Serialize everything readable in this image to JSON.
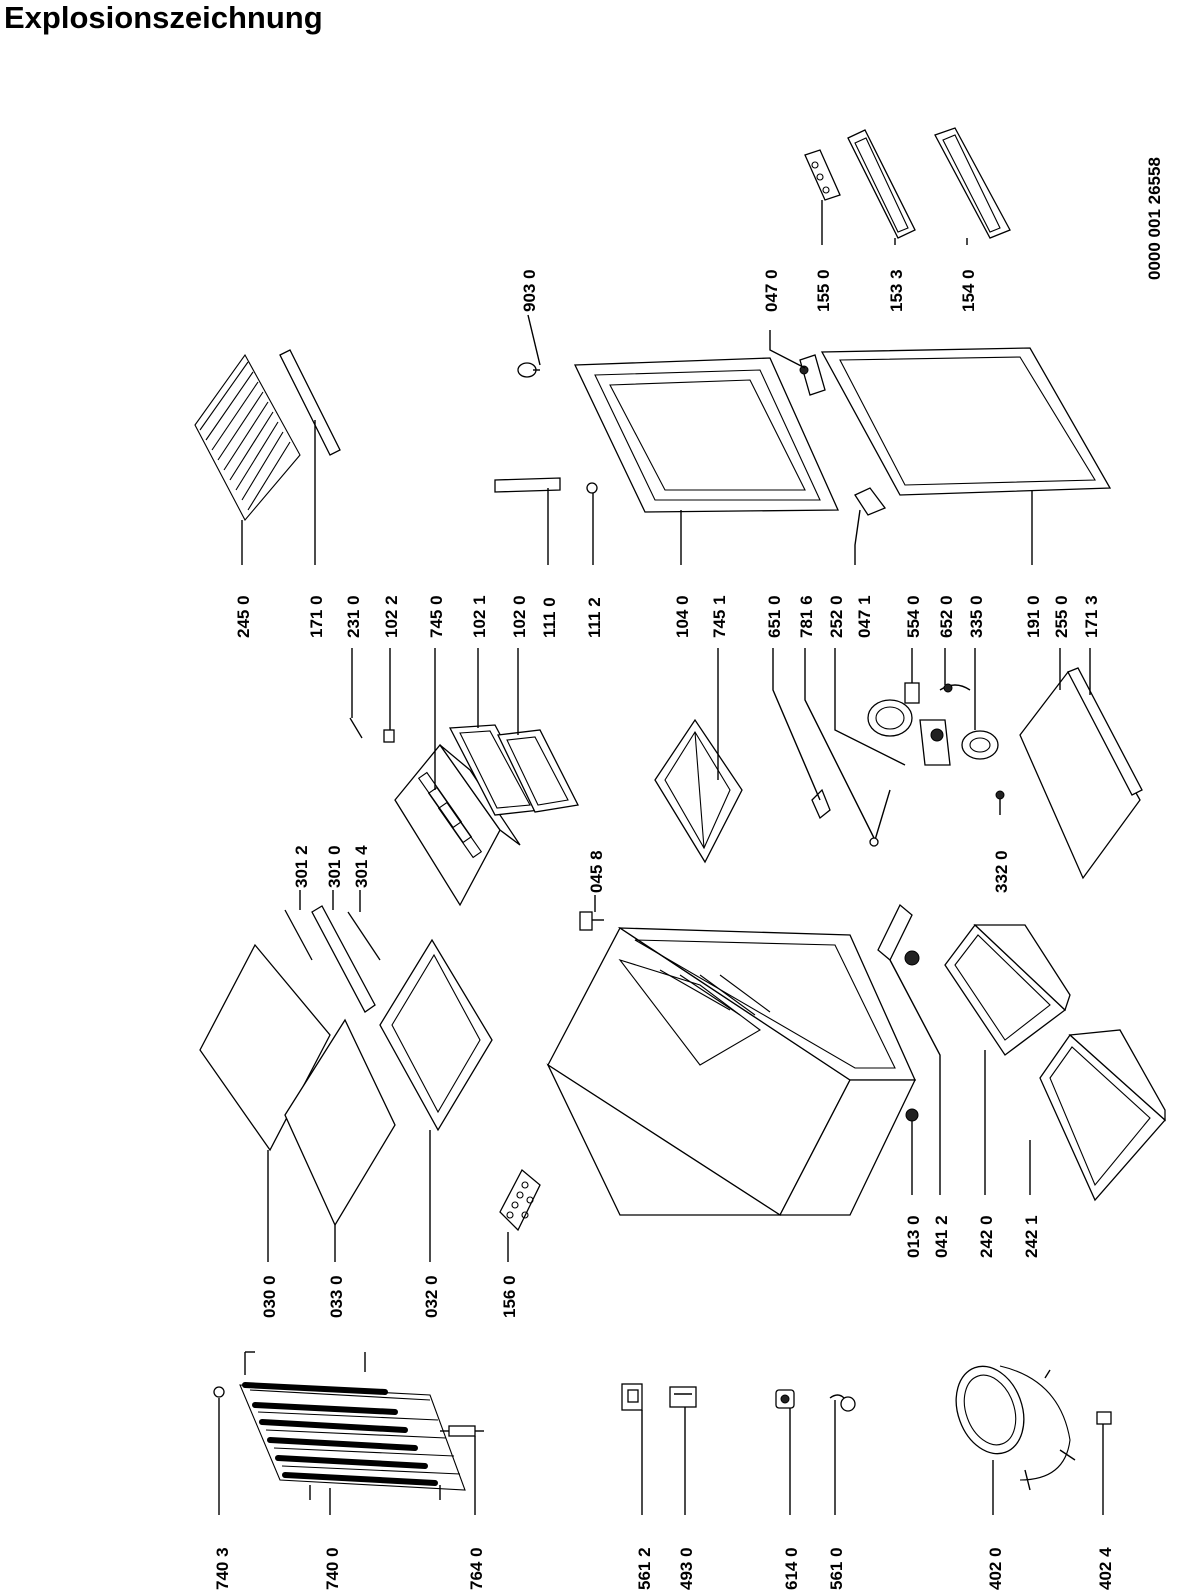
{
  "page": {
    "title": "Explosionszeichnung",
    "doc_number": "0000 001 26558"
  },
  "callouts": [
    {
      "id": "c7403",
      "label": "740 3"
    },
    {
      "id": "c7400",
      "label": "740 0"
    },
    {
      "id": "c7640",
      "label": "764 0"
    },
    {
      "id": "c5612",
      "label": "561 2"
    },
    {
      "id": "c4930",
      "label": "493 0"
    },
    {
      "id": "c6140",
      "label": "614 0"
    },
    {
      "id": "c5610",
      "label": "561 0"
    },
    {
      "id": "c4020",
      "label": "402 0"
    },
    {
      "id": "c4024",
      "label": "402 4"
    },
    {
      "id": "c0300",
      "label": "030 0"
    },
    {
      "id": "c0330",
      "label": "033 0"
    },
    {
      "id": "c0320",
      "label": "032 0"
    },
    {
      "id": "c1560",
      "label": "156 0"
    },
    {
      "id": "c0130",
      "label": "013 0"
    },
    {
      "id": "c0412",
      "label": "041 2"
    },
    {
      "id": "c2420",
      "label": "242 0"
    },
    {
      "id": "c2421",
      "label": "242 1"
    },
    {
      "id": "c3012",
      "label": "301 2"
    },
    {
      "id": "c3010",
      "label": "301 0"
    },
    {
      "id": "c3014",
      "label": "301 4"
    },
    {
      "id": "c0458",
      "label": "045 8"
    },
    {
      "id": "c3320",
      "label": "332 0"
    },
    {
      "id": "c2450",
      "label": "245 0"
    },
    {
      "id": "c1710",
      "label": "171 0"
    },
    {
      "id": "c2310",
      "label": "231 0"
    },
    {
      "id": "c1022",
      "label": "102 2"
    },
    {
      "id": "c7450",
      "label": "745 0"
    },
    {
      "id": "c1021",
      "label": "102 1"
    },
    {
      "id": "c1020",
      "label": "102 0"
    },
    {
      "id": "c1110",
      "label": "111 0"
    },
    {
      "id": "c1112",
      "label": "111 2"
    },
    {
      "id": "c1040",
      "label": "104 0"
    },
    {
      "id": "c7451",
      "label": "745 1"
    },
    {
      "id": "c6510",
      "label": "651 0"
    },
    {
      "id": "c7816",
      "label": "781 6"
    },
    {
      "id": "c2520",
      "label": "252 0"
    },
    {
      "id": "c0471",
      "label": "047 1"
    },
    {
      "id": "c5540",
      "label": "554 0"
    },
    {
      "id": "c6520",
      "label": "652 0"
    },
    {
      "id": "c3350",
      "label": "335 0"
    },
    {
      "id": "c1910",
      "label": "191 0"
    },
    {
      "id": "c2550",
      "label": "255 0"
    },
    {
      "id": "c1713",
      "label": "171 3"
    },
    {
      "id": "c9030",
      "label": "903 0"
    },
    {
      "id": "c0470",
      "label": "047 0"
    },
    {
      "id": "c1550",
      "label": "155 0"
    },
    {
      "id": "c1533",
      "label": "153 3"
    },
    {
      "id": "c1540",
      "label": "154 0"
    }
  ]
}
